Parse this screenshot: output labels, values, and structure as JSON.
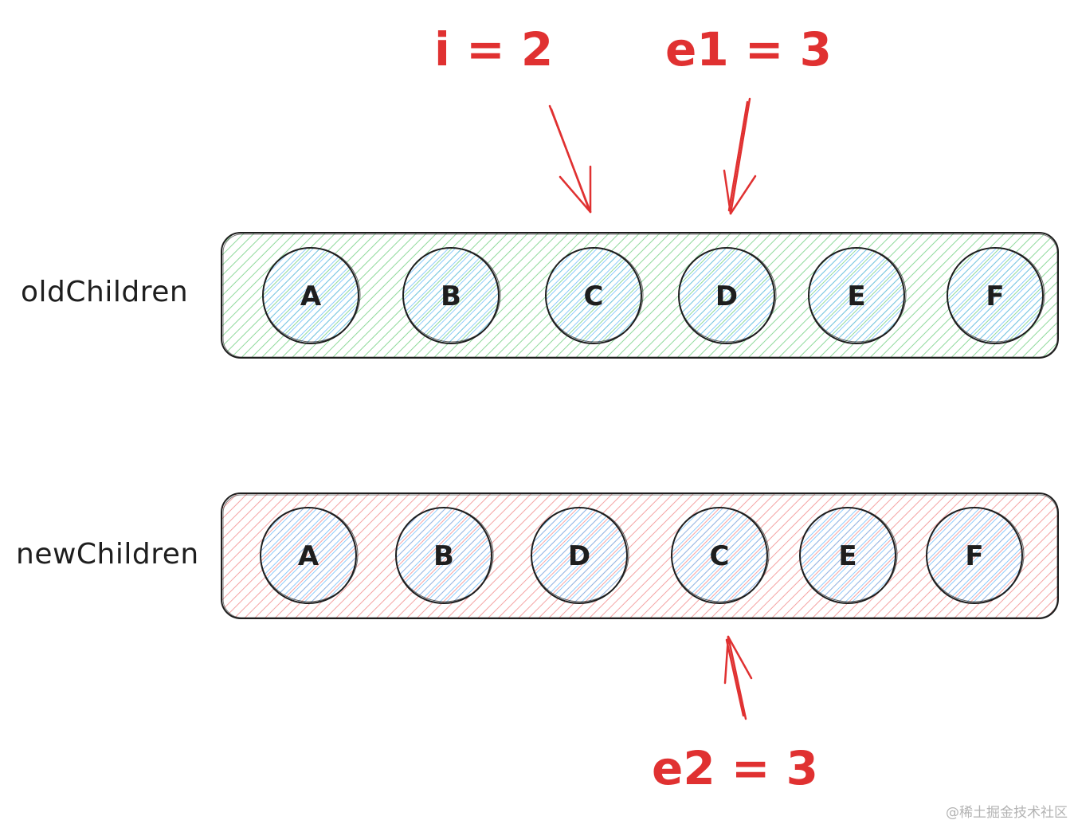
{
  "rows": [
    {
      "label": "oldChildren",
      "fill": "#b2f2bb",
      "nodes": [
        "A",
        "B",
        "C",
        "D",
        "E",
        "F"
      ]
    },
    {
      "label": "newChildren",
      "fill": "#ffc9c9",
      "nodes": [
        "A",
        "B",
        "D",
        "C",
        "E",
        "F"
      ]
    }
  ],
  "node_fill": "#a5d8ff",
  "stroke_color": "#1e1e1e",
  "pointers": {
    "i": "i = 2",
    "e1": "e1 = 3",
    "e2": "e2 = 3"
  },
  "pointer_color": "#e03131",
  "watermark": "@稀土掘金技术社区"
}
